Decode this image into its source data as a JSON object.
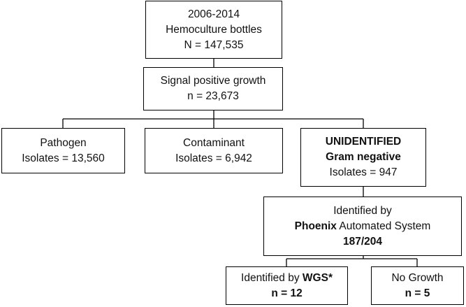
{
  "diagram": {
    "nodes": {
      "bottles": {
        "lines": [
          "2006-2014",
          "Hemoculture bottles",
          "N = 147,535"
        ]
      },
      "signal": {
        "lines": [
          "Signal positive growth",
          "n = 23,673"
        ]
      },
      "pathogen": {
        "lines": [
          "Pathogen",
          "Isolates = 13,560"
        ]
      },
      "contaminant": {
        "lines": [
          "Contaminant",
          "Isolates = 6,942"
        ]
      },
      "unidentified": {
        "line1": "UNIDENTIFIED",
        "line2": "Gram negative",
        "line3": "Isolates = 947"
      },
      "phoenix": {
        "line1": "Identified by",
        "line2_bold": "Phoenix",
        "line2_rest": " Automated System",
        "line3": "187/204"
      },
      "wgs": {
        "line1_prefix": "Identified by ",
        "line1_bold": "WGS*",
        "line2": "n = 12"
      },
      "nogrowth": {
        "line1": "No Growth",
        "line2": "n = 5"
      }
    }
  }
}
